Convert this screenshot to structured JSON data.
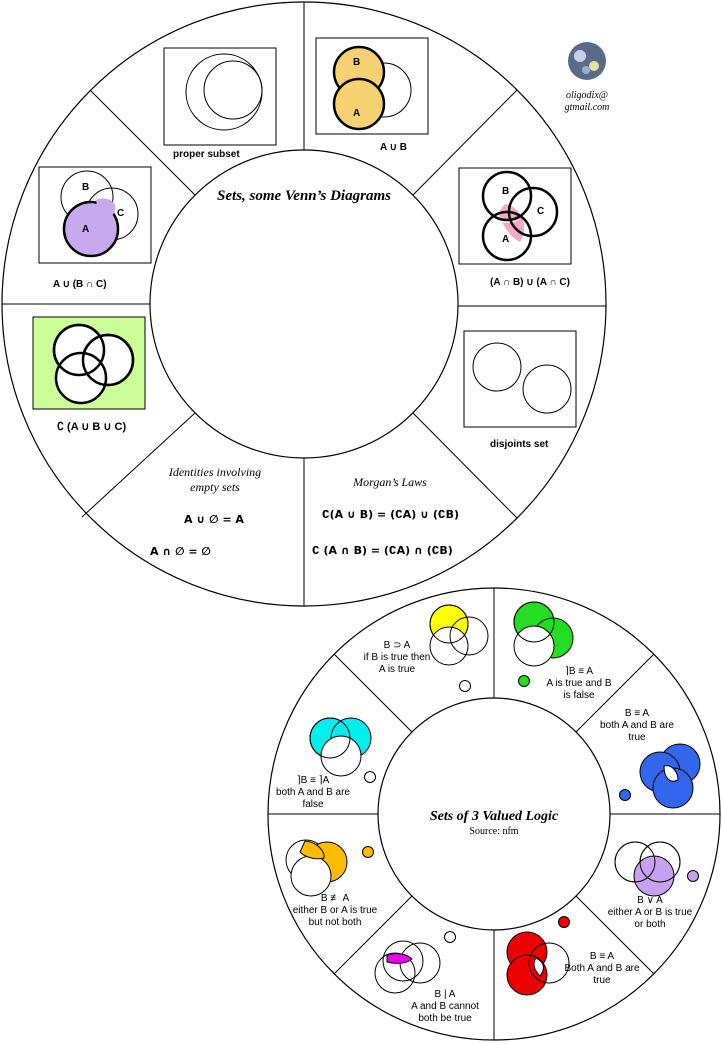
{
  "wheel1": {
    "title": "Sets, some Venn’s Diagrams",
    "author_email_line1": "oligodix@",
    "author_email_line2": "gtmail.com",
    "labels": {
      "proper_subset": "proper subset",
      "union": "A ∪ B",
      "a_union_b_inter_c": "A ∪ (B ∩ C)",
      "inter_union": "(A ∩ B) ∪ (A ∩ C)",
      "complement_union": "∁ (A ∪ B ∪ C)",
      "disjoint": "disjoints set"
    },
    "venn_letters": {
      "a": "A",
      "b": "B",
      "c": "C"
    },
    "identities": {
      "title_line1": "Identities involving",
      "title_line2": "empty sets",
      "eq1": "A ∪ ∅ = A",
      "eq2": "A ∩ ∅ = ∅"
    },
    "morgan": {
      "title": "Morgan’s Laws",
      "eq1": "∁(A ∪ B) = (∁A) ∪ (∁B)",
      "eq2": "∁ (A ∩ B) = (∁A) ∩ (∁B)"
    }
  },
  "wheel2": {
    "title": "Sets of 3 Valued Logic",
    "source": "Source: nfm",
    "sectors": [
      {
        "op": "B ⊃ A",
        "d1": "if B is true then",
        "d2": "A is true",
        "d3": ""
      },
      {
        "op": "⌉B ≡ A",
        "d1": "A is true and B",
        "d2": "is false",
        "d3": ""
      },
      {
        "op": "B ≡ A",
        "d1": "both A and B are",
        "d2": "true",
        "d3": ""
      },
      {
        "op": "B ∨ A",
        "d1": "either A or B is true",
        "d2": "or both",
        "d3": ""
      },
      {
        "op": "B ≡ A",
        "d1": "Both A and B are",
        "d2": "true",
        "d3": ""
      },
      {
        "op": "B | A",
        "d1": "A and B cannot",
        "d2": "both be true",
        "d3": ""
      },
      {
        "op": "B ≢ A",
        "d1": "either B or A is true",
        "d2": "but not both",
        "d3": ""
      },
      {
        "op": "⌉B ≡ ⌉A",
        "d1": "both A and B are",
        "d2": "false",
        "d3": ""
      }
    ]
  },
  "colors": {
    "gold": "#f7d070",
    "lilac": "#c8a8ee",
    "pink": "#f4a8c8",
    "lightgreen": "#ccff99",
    "yellow": "#ffff00",
    "green": "#22dd22",
    "blue": "#3366ee",
    "purple": "#c8a0f0",
    "red": "#ee0000",
    "magenta": "#ee00ee",
    "orange": "#ffbb00",
    "cyan": "#00eeee"
  }
}
